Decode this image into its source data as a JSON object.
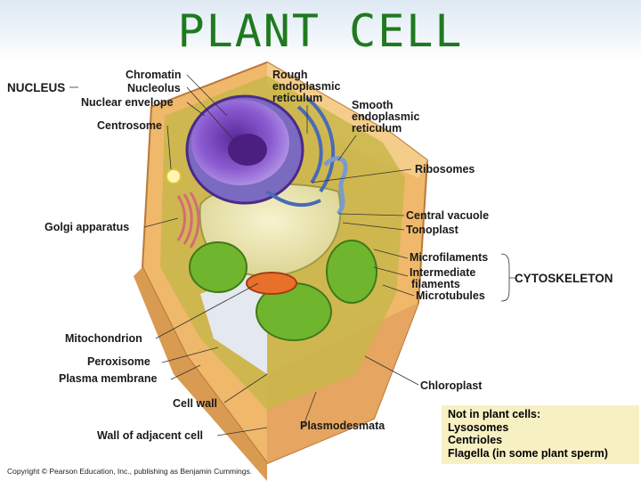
{
  "title": "PLANT CELL",
  "labels": {
    "nucleus": "NUCLEUS",
    "chromatin": "Chromatin",
    "nucleolus": "Nucleolus",
    "nuclear_envelope": "Nuclear envelope",
    "centrosome": "Centrosome",
    "rough_er_1": "Rough",
    "rough_er_2": "endoplasmic",
    "rough_er_3": "reticulum",
    "smooth_er_1": "Smooth",
    "smooth_er_2": "endoplasmic",
    "smooth_er_3": "reticulum",
    "ribosomes": "Ribosomes",
    "golgi": "Golgi apparatus",
    "central_vacuole": "Central vacuole",
    "tonoplast": "Tonoplast",
    "microfilaments": "Microfilaments",
    "intermediate_1": "Intermediate",
    "intermediate_2": "filaments",
    "microtubules": "Microtubules",
    "cytoskeleton": "CYTOSKELETON",
    "mitochondrion": "Mitochondrion",
    "peroxisome": "Peroxisome",
    "plasma_membrane": "Plasma membrane",
    "chloroplast": "Chloroplast",
    "cell_wall": "Cell wall",
    "plasmodesmata": "Plasmodesmata",
    "wall_adjacent": "Wall of adjacent cell"
  },
  "note": {
    "heading": "Not in plant cells:",
    "items": [
      "Lysosomes",
      "Centrioles",
      "Flagella (in some plant sperm)"
    ]
  },
  "copyright": "Copyright © Pearson Education, Inc., publishing as Benjamin Cummings.",
  "colors": {
    "title": "#1f7a1f",
    "cell_wall": "#e8a85a",
    "nucleus": "#7a3fb0",
    "chloroplast": "#6fb52e",
    "vacuole": "#efe9b0",
    "note_bg": "#f7f0c3"
  }
}
